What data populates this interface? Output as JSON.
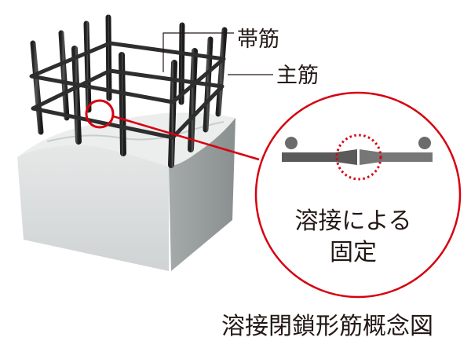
{
  "diagram": {
    "title": "溶接閉鎖形筋概念図",
    "labels": {
      "hoop": "帯筋",
      "main_bar": "主筋"
    },
    "detail": {
      "line1": "溶接による",
      "line2": "固定"
    },
    "colors": {
      "callout_red": "#d7000f",
      "text": "#231815",
      "rebar": "#3a3a3a",
      "concrete": "#d9dcdc",
      "bar_detail": "#666666"
    }
  }
}
